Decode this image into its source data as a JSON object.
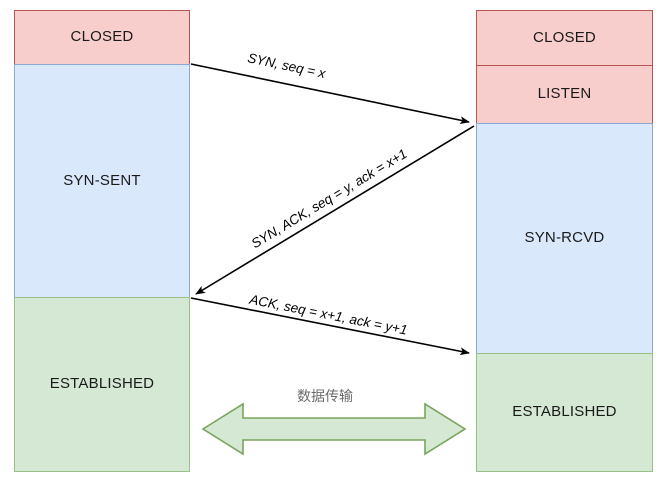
{
  "diagram": {
    "title": "TCP three-way handshake state transition diagram",
    "colors": {
      "pink_fill": "#f8cecc",
      "pink_stroke": "#b85450",
      "blue_fill": "#dae8fc",
      "blue_stroke": "#8ba7d6",
      "green_fill": "#d5e8d4",
      "green_stroke": "#9ac089",
      "arrow_stroke": "#000000",
      "data_label_color": "#6b6b6b",
      "background": "#ffffff"
    },
    "client": {
      "states": [
        {
          "label": "CLOSED",
          "fill": "pink"
        },
        {
          "label": "SYN-SENT",
          "fill": "blue"
        },
        {
          "label": "ESTABLISHED",
          "fill": "green"
        }
      ]
    },
    "server": {
      "states": [
        {
          "label": "CLOSED",
          "fill": "pink"
        },
        {
          "label": "LISTEN",
          "fill": "pink"
        },
        {
          "label": "SYN-RCVD",
          "fill": "blue"
        },
        {
          "label": "ESTABLISHED",
          "fill": "green"
        }
      ]
    },
    "messages": [
      {
        "label": "SYN, seq = x",
        "direction": "client-to-server"
      },
      {
        "label": "SYN, ACK, seq = y, ack = x+1",
        "direction": "server-to-client"
      },
      {
        "label": "ACK, seq = x+1, ack = y+1",
        "direction": "client-to-server"
      }
    ],
    "data_transfer": {
      "label": "数据传输",
      "direction": "bidirectional"
    }
  }
}
